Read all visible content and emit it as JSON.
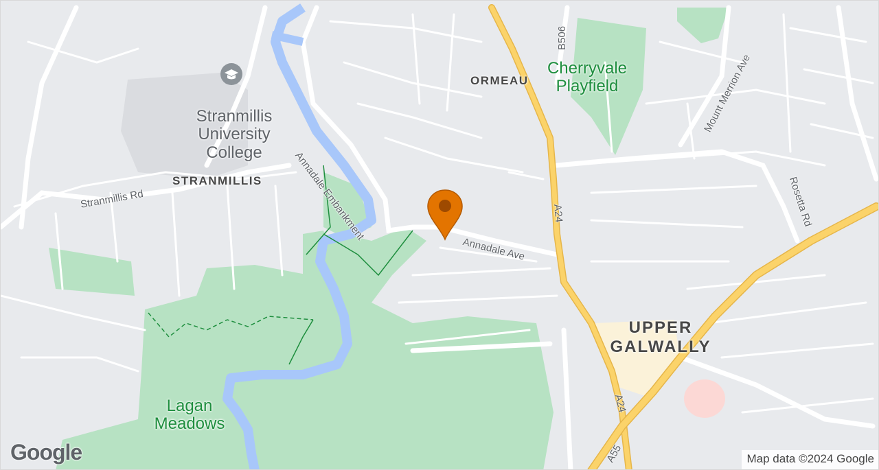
{
  "map": {
    "places": {
      "ormeau": "ORMEAU",
      "stranmillis": "STRANMILLIS",
      "upper_galwally_1": "UPPER",
      "upper_galwally_2": "GALWALLY"
    },
    "parks": {
      "cherryvale_1": "Cherryvale",
      "cherryvale_2": "Playfield",
      "lagan_1": "Lagan",
      "lagan_2": "Meadows"
    },
    "poi": {
      "college_1": "Stranmillis",
      "college_2": "University",
      "college_3": "College",
      "icon": "graduation-cap-icon"
    },
    "roads": {
      "annadale_embankment": "Annadale Embankment",
      "annadale_ave": "Annadale Ave",
      "stranmillis_rd": "Stranmillis Rd",
      "mount_merrion_ave": "Mount Merrion Ave",
      "rosetta_rd": "Rosetta Rd",
      "b506": "B506",
      "a24_north": "A24",
      "a24_south": "A24",
      "a55": "A55"
    },
    "marker": {
      "icon": "map-pin-icon",
      "color": "#e37400"
    },
    "colors": {
      "land": "#e8eaed",
      "park": "#b7e2c3",
      "water": "#a8c7fa",
      "major_road": "#fbd36a",
      "road": "#ffffff"
    }
  },
  "logo": "Google",
  "attribution": "Map data ©2024 Google"
}
